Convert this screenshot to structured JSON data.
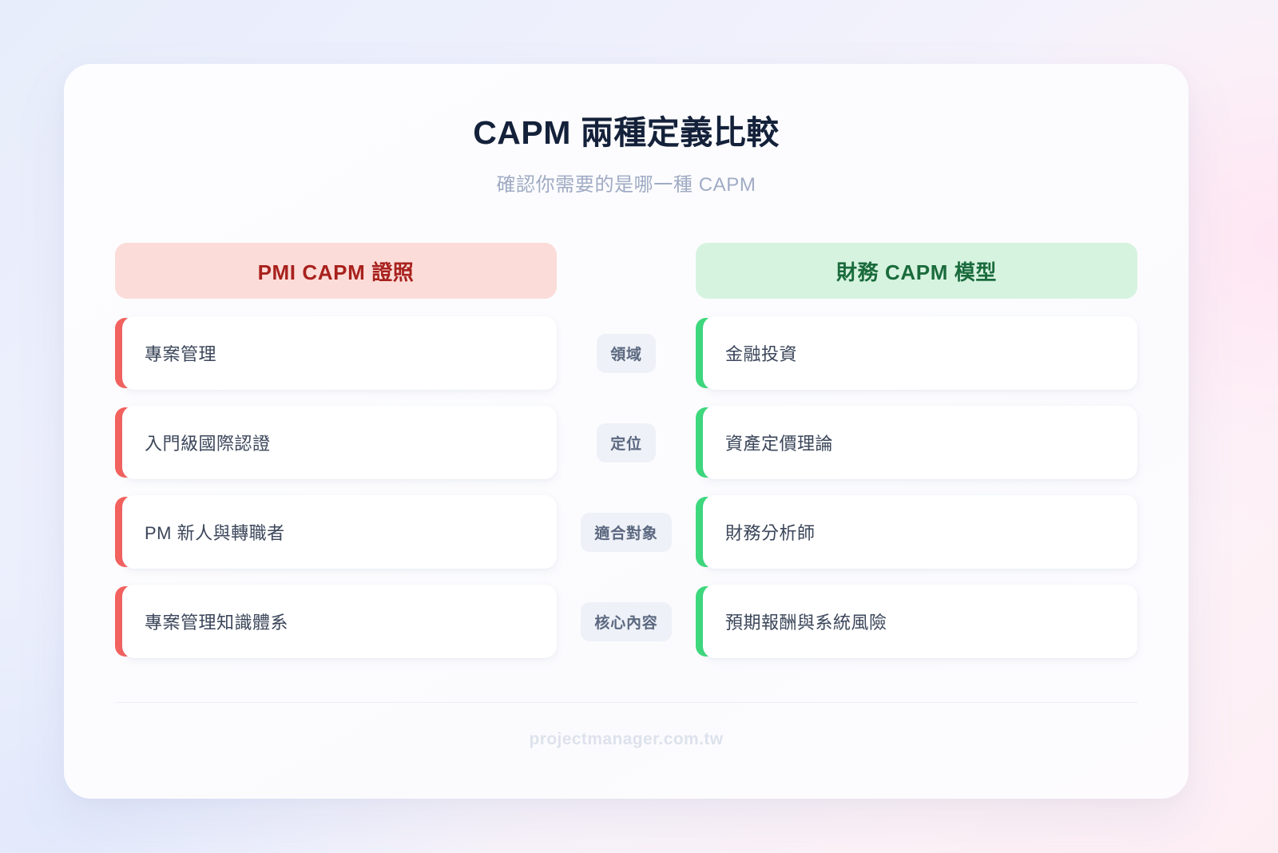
{
  "header": {
    "title": "CAPM 兩種定義比較",
    "subtitle": "確認你需要的是哪一種 CAPM"
  },
  "columns": {
    "left": {
      "label": "PMI CAPM 證照",
      "accent_color": "#f4625e",
      "badge_bg": "#fbdcd8",
      "badge_text_color": "#a8211d"
    },
    "right": {
      "label": "財務 CAPM 模型",
      "accent_color": "#3ed97d",
      "badge_bg": "#d6f3df",
      "badge_text_color": "#1a6b3c"
    }
  },
  "rows": [
    {
      "label": "領域",
      "left": "專案管理",
      "right": "金融投資"
    },
    {
      "label": "定位",
      "left": "入門級國際認證",
      "right": "資產定價理論"
    },
    {
      "label": "適合對象",
      "left": "PM 新人與轉職者",
      "right": "財務分析師"
    },
    {
      "label": "核心內容",
      "left": "專案管理知識體系",
      "right": "預期報酬與系統風險"
    }
  ],
  "footer": {
    "site": "projectmanager.com.tw"
  }
}
